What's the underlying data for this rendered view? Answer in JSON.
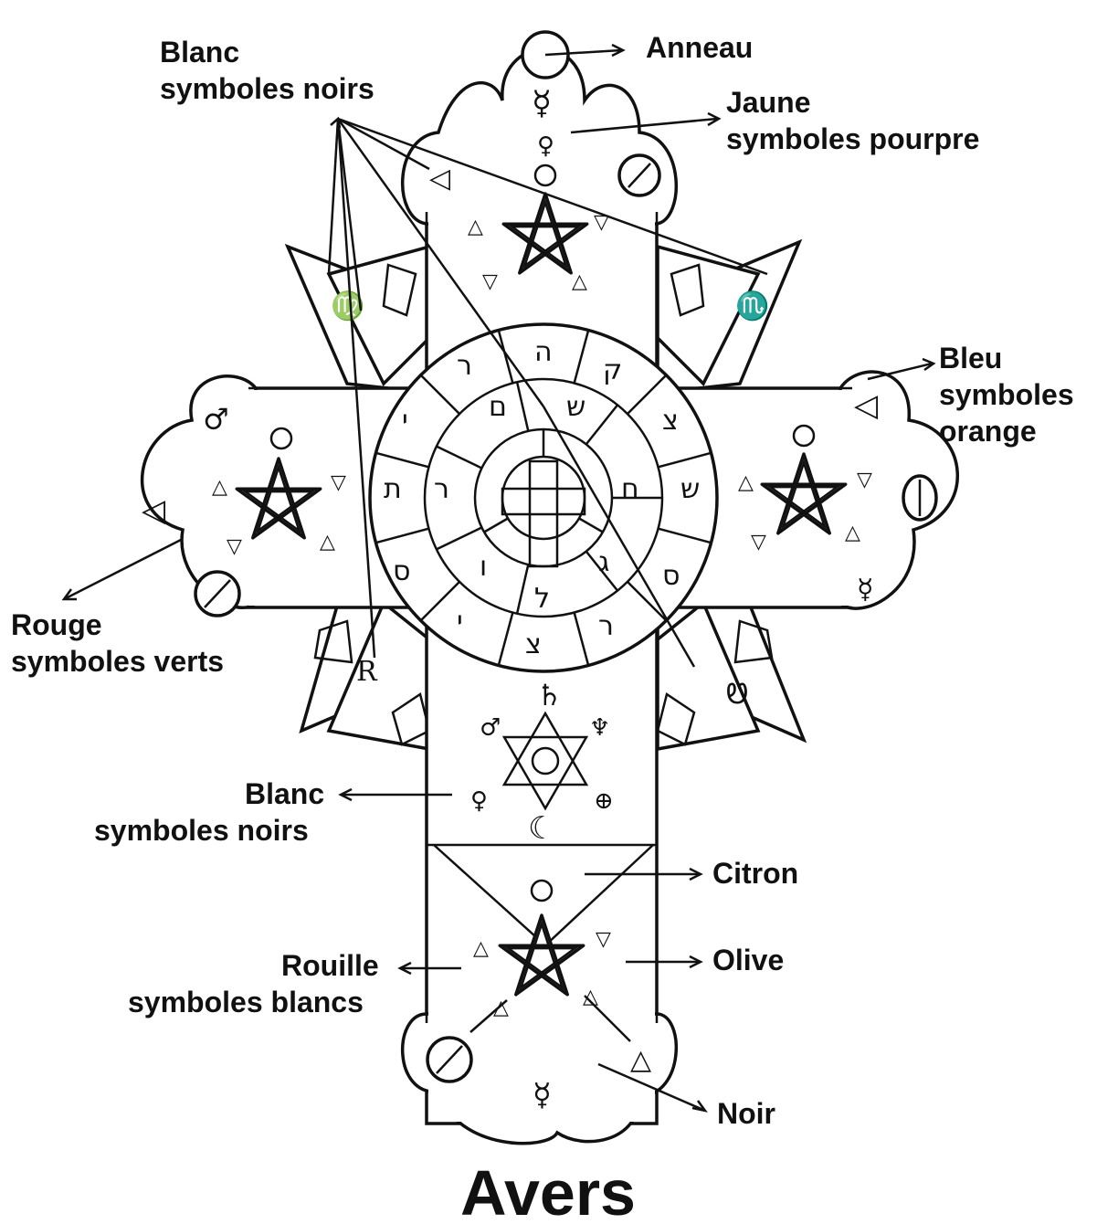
{
  "title": "Avers",
  "labels": {
    "anneau": "Anneau",
    "jaune_1": "Jaune",
    "jaune_2": "symboles pourpre",
    "blanc_top_1": "Blanc",
    "blanc_top_2": "symboles noirs",
    "bleu_1": "Bleu",
    "bleu_2": "symboles",
    "bleu_3": "orange",
    "rouge_1": "Rouge",
    "rouge_2": "symboles verts",
    "blanc_bot_1": "Blanc",
    "blanc_bot_2": "symboles noirs",
    "citron": "Citron",
    "olive": "Olive",
    "rouille_1": "Rouille",
    "rouille_2": "symboles blancs",
    "noir": "Noir"
  },
  "icons": {
    "mercury": "☿",
    "saturn": "♄",
    "moon": "☾",
    "earth": "⊕",
    "venus": "♀",
    "mars": "♂",
    "neptune": "♆",
    "sun": "☉",
    "virgo": "♍",
    "scorpio": "♏"
  }
}
